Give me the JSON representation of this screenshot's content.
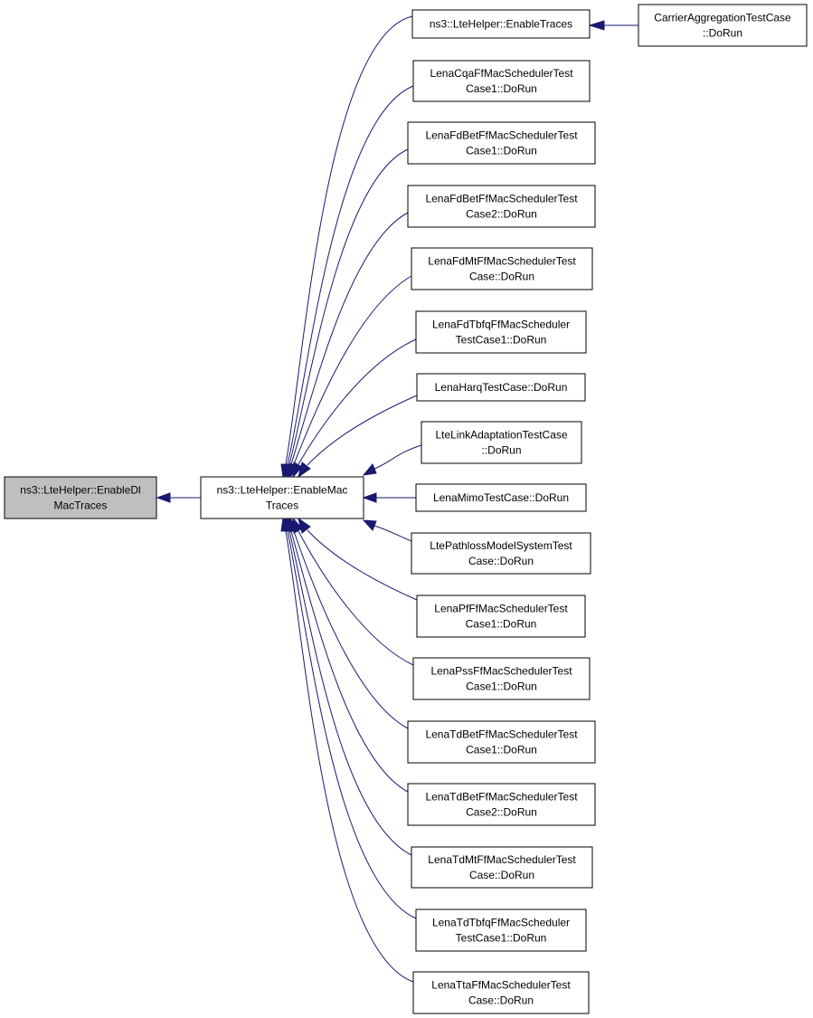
{
  "colors": {
    "edge": "#191970",
    "node_fill": "#ffffff",
    "highlight_fill": "#bfbfbf",
    "border": "#000000"
  },
  "nodes": {
    "enable_dl_mac_traces": {
      "lines": [
        "ns3::LteHelper::EnableDl",
        "MacTraces"
      ],
      "highlighted": true
    },
    "enable_mac_traces": {
      "lines": [
        "ns3::LteHelper::EnableMac",
        "Traces"
      ]
    },
    "enable_traces": {
      "lines": [
        "ns3::LteHelper::EnableTraces"
      ]
    },
    "carrier_aggregation": {
      "lines": [
        "CarrierAggregationTestCase",
        "::DoRun"
      ]
    },
    "cqa_case1": {
      "lines": [
        "LenaCqaFfMacSchedulerTest",
        "Case1::DoRun"
      ]
    },
    "fdbet_case1": {
      "lines": [
        "LenaFdBetFfMacSchedulerTest",
        "Case1::DoRun"
      ]
    },
    "fdbet_case2": {
      "lines": [
        "LenaFdBetFfMacSchedulerTest",
        "Case2::DoRun"
      ]
    },
    "fdmt_case": {
      "lines": [
        "LenaFdMtFfMacSchedulerTest",
        "Case::DoRun"
      ]
    },
    "fdtbfq_case1": {
      "lines": [
        "LenaFdTbfqFfMacScheduler",
        "TestCase1::DoRun"
      ]
    },
    "harq_case": {
      "lines": [
        "LenaHarqTestCase::DoRun"
      ]
    },
    "link_adaptation": {
      "lines": [
        "LteLinkAdaptationTestCase",
        "::DoRun"
      ]
    },
    "mimo_case": {
      "lines": [
        "LenaMimoTestCase::DoRun"
      ]
    },
    "pathloss_case": {
      "lines": [
        "LtePathlossModelSystemTest",
        "Case::DoRun"
      ]
    },
    "pf_case1": {
      "lines": [
        "LenaPfFfMacSchedulerTest",
        "Case1::DoRun"
      ]
    },
    "pss_case1": {
      "lines": [
        "LenaPssFfMacSchedulerTest",
        "Case1::DoRun"
      ]
    },
    "tdbet_case1": {
      "lines": [
        "LenaTdBetFfMacSchedulerTest",
        "Case1::DoRun"
      ]
    },
    "tdbet_case2": {
      "lines": [
        "LenaTdBetFfMacSchedulerTest",
        "Case2::DoRun"
      ]
    },
    "tdmt_case": {
      "lines": [
        "LenaTdMtFfMacSchedulerTest",
        "Case::DoRun"
      ]
    },
    "tdtbfq_case1": {
      "lines": [
        "LenaTdTbfqFfMacScheduler",
        "TestCase1::DoRun"
      ]
    },
    "tta_case": {
      "lines": [
        "LenaTtaFfMacSchedulerTest",
        "Case::DoRun"
      ]
    }
  },
  "edges": [
    {
      "from": "enable_mac_traces",
      "to": "enable_dl_mac_traces"
    },
    {
      "from": "enable_traces",
      "to": "enable_mac_traces"
    },
    {
      "from": "carrier_aggregation",
      "to": "enable_traces"
    },
    {
      "from": "cqa_case1",
      "to": "enable_mac_traces"
    },
    {
      "from": "fdbet_case1",
      "to": "enable_mac_traces"
    },
    {
      "from": "fdbet_case2",
      "to": "enable_mac_traces"
    },
    {
      "from": "fdmt_case",
      "to": "enable_mac_traces"
    },
    {
      "from": "fdtbfq_case1",
      "to": "enable_mac_traces"
    },
    {
      "from": "harq_case",
      "to": "enable_mac_traces"
    },
    {
      "from": "link_adaptation",
      "to": "enable_mac_traces"
    },
    {
      "from": "mimo_case",
      "to": "enable_mac_traces"
    },
    {
      "from": "pathloss_case",
      "to": "enable_mac_traces"
    },
    {
      "from": "pf_case1",
      "to": "enable_mac_traces"
    },
    {
      "from": "pss_case1",
      "to": "enable_mac_traces"
    },
    {
      "from": "tdbet_case1",
      "to": "enable_mac_traces"
    },
    {
      "from": "tdbet_case2",
      "to": "enable_mac_traces"
    },
    {
      "from": "tdmt_case",
      "to": "enable_mac_traces"
    },
    {
      "from": "tdtbfq_case1",
      "to": "enable_mac_traces"
    },
    {
      "from": "tta_case",
      "to": "enable_mac_traces"
    }
  ]
}
